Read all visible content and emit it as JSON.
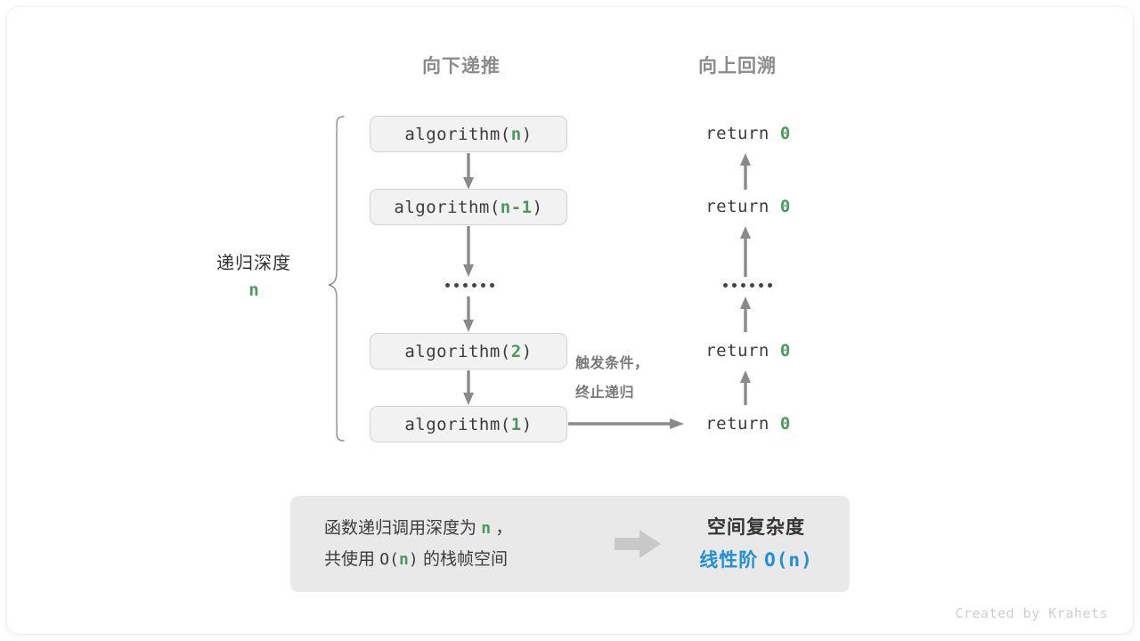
{
  "headers": {
    "down": "向下递推",
    "up": "向上回溯"
  },
  "depth": {
    "title": "递归深度",
    "value": "n"
  },
  "calls": [
    {
      "func": "algorithm(",
      "arg": "n",
      "close": ")"
    },
    {
      "func": "algorithm(",
      "arg": "n-1",
      "close": ")"
    },
    {
      "func": "algorithm(",
      "arg": "2",
      "close": ")"
    },
    {
      "func": "algorithm(",
      "arg": "1",
      "close": ")"
    }
  ],
  "returns": [
    {
      "keyword": "return",
      "value": "0"
    },
    {
      "keyword": "return",
      "value": "0"
    },
    {
      "keyword": "return",
      "value": "0"
    },
    {
      "keyword": "return",
      "value": "0"
    }
  ],
  "terminate_note": {
    "line1": "触发条件，",
    "line2": "终止递归"
  },
  "summary": {
    "left_line1_a": "函数递归调用深度为",
    "left_line1_n": "n",
    "left_line1_b": "，",
    "left_line2_a": "共使用",
    "left_line2_o": "O(",
    "left_line2_n": "n",
    "left_line2_c": ")",
    "left_line2_b": "的栈帧空间",
    "arrow": "right-block-arrow",
    "right_title": "空间复杂度",
    "right_value_label": "线性阶",
    "right_value_expr_a": "O(",
    "right_value_expr_n": "n",
    "right_value_expr_c": ")"
  },
  "watermark": "Created by Krahets",
  "colors": {
    "accent_green": "#4a9a5e",
    "accent_blue": "#1f8fd8",
    "box_fill": "#f2f2f2",
    "box_border": "#d2d2d2",
    "panel_fill": "#e9e9e9",
    "arrow_gray": "#8a8a8a",
    "header_gray": "#8c8c8c"
  }
}
